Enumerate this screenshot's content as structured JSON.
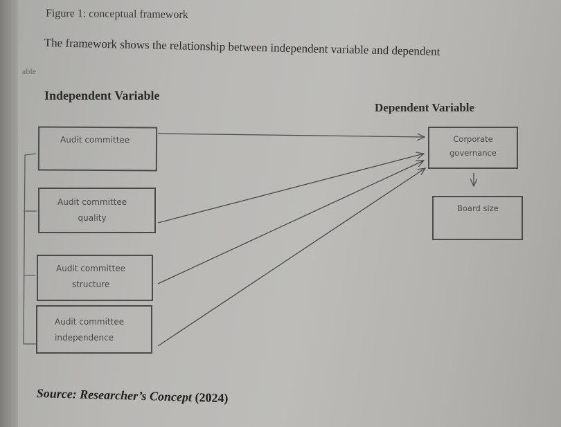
{
  "document": {
    "figure_caption": "Figure 1: conceptual framework",
    "intro_text": "The framework shows the relationship between independent variable and dependent",
    "intro_text_continued": "able",
    "independent_heading": "Independent Variable",
    "dependent_heading": "Dependent Variable",
    "independent_variables": [
      {
        "line1": "Audit committee",
        "line2": ""
      },
      {
        "line1": "Audit committee",
        "line2": "quality"
      },
      {
        "line1": "Audit committee",
        "line2": "structure"
      },
      {
        "line1": "Audit committee",
        "line2": "independence"
      }
    ],
    "dependent_variable": {
      "line1": "Corporate",
      "line2": "governance"
    },
    "moderator_box": "Board size",
    "source_label": "Source: Researcher’s Concept",
    "source_year": "(2024)"
  }
}
